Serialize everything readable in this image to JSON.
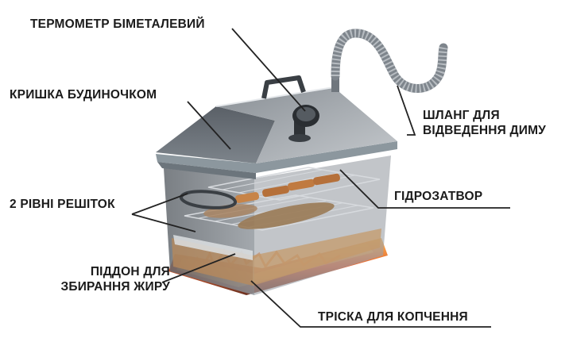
{
  "labels": {
    "thermometer": "ТЕРМОМЕТР БІМЕТАЛЕВИЙ",
    "lid": "КРИШКА БУДИНОЧКОМ",
    "racks": "2 РІВНІ РЕШІТОК",
    "tray_line1": "ПІДДОН ДЛЯ",
    "tray_line2": "ЗБИРАННЯ ЖИРУ",
    "hose_line1": "ШЛАНГ ДЛЯ",
    "hose_line2": "ВІДВЕДЕННЯ ДИМУ",
    "water_seal": "ГІДРОЗАТВОР",
    "wood_chips": "ТРІСКА ДЛЯ КОПЧЕННЯ"
  },
  "colors": {
    "steel_dark": "#4a4f55",
    "steel_mid": "#7b8188",
    "steel_light": "#b9bec4",
    "rim": "#9aa6ad",
    "fire": "#e0501a",
    "wood": "#b98a5a",
    "food": "#b5703a"
  }
}
